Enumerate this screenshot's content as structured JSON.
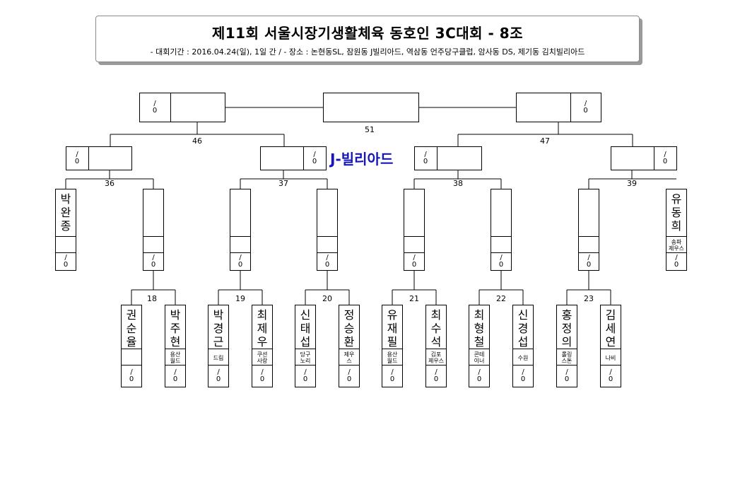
{
  "header": {
    "title": "제11회 서울시장기생활체육 동호인 3C대회 - 8조",
    "subtitle": "- 대회기간 : 2016.04.24(일), 1일 간 / - 장소 : 논현동SL, 잠원동 J빌리아드, 역삼동 언주당구클럽, 암사동 DS, 제기동 김치빌리아드"
  },
  "venue_label": "J-빌리아드",
  "score_placeholder": {
    "top": "/",
    "bottom": "0"
  },
  "match_numbers": {
    "m51": "51",
    "m46": "46",
    "m47": "47",
    "m36": "36",
    "m37": "37",
    "m38": "38",
    "m39": "39",
    "m18": "18",
    "m19": "19",
    "m20": "20",
    "m21": "21",
    "m22": "22",
    "m23": "23"
  },
  "players_round16": [
    {
      "chars": [
        "박",
        "완",
        "종"
      ],
      "club": []
    },
    {
      "chars": [
        "유",
        "동",
        "희"
      ],
      "club": [
        "송파",
        "제우스"
      ]
    }
  ],
  "players_round32": [
    {
      "chars": [
        "권",
        "순",
        "율"
      ],
      "club": []
    },
    {
      "chars": [
        "박",
        "주",
        "현"
      ],
      "club": [
        "용산",
        "월드"
      ]
    },
    {
      "chars": [
        "박",
        "경",
        "근"
      ],
      "club": [
        "드림"
      ]
    },
    {
      "chars": [
        "최",
        "제",
        "우"
      ],
      "club": [
        "쿠션",
        "사랑"
      ]
    },
    {
      "chars": [
        "신",
        "태",
        "섭"
      ],
      "club": [
        "당구",
        "노리"
      ]
    },
    {
      "chars": [
        "정",
        "승",
        "환"
      ],
      "club": [
        "제우",
        "스"
      ]
    },
    {
      "chars": [
        "유",
        "재",
        "필"
      ],
      "club": [
        "용산",
        "월드"
      ]
    },
    {
      "chars": [
        "최",
        "수",
        "석"
      ],
      "club": [
        "김포",
        "제우스"
      ]
    },
    {
      "chars": [
        "최",
        "형",
        "철"
      ],
      "club": [
        "콘테",
        "이너"
      ]
    },
    {
      "chars": [
        "신",
        "경",
        "섭"
      ],
      "club": [
        "수원"
      ]
    },
    {
      "chars": [
        "홍",
        "정",
        "의"
      ],
      "club": [
        "롤링",
        "스톤"
      ]
    },
    {
      "chars": [
        "김",
        "세",
        "연"
      ],
      "club": [
        "나비"
      ]
    }
  ]
}
